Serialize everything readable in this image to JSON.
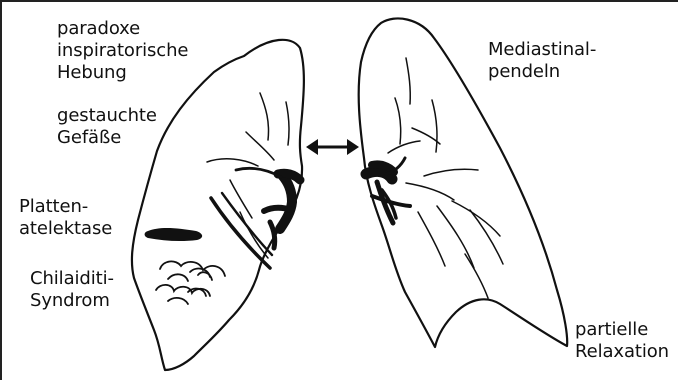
{
  "labels": {
    "paradoxe_1": "paradoxe",
    "paradoxe_2": "inspiratorische",
    "paradoxe_3": "Hebung",
    "gestauchte_1": "gestauchte",
    "gestauchte_2": "Gefäße",
    "platten_1": "Platten-",
    "platten_2": "atelektase",
    "chilaiditi_1": "Chilaiditi-",
    "chilaiditi_2": "Syndrom",
    "mediastinal_1": "Mediastinal-",
    "mediastinal_2": "pendeln",
    "partielle_1": "partielle",
    "partielle_2": "Relaxation"
  }
}
